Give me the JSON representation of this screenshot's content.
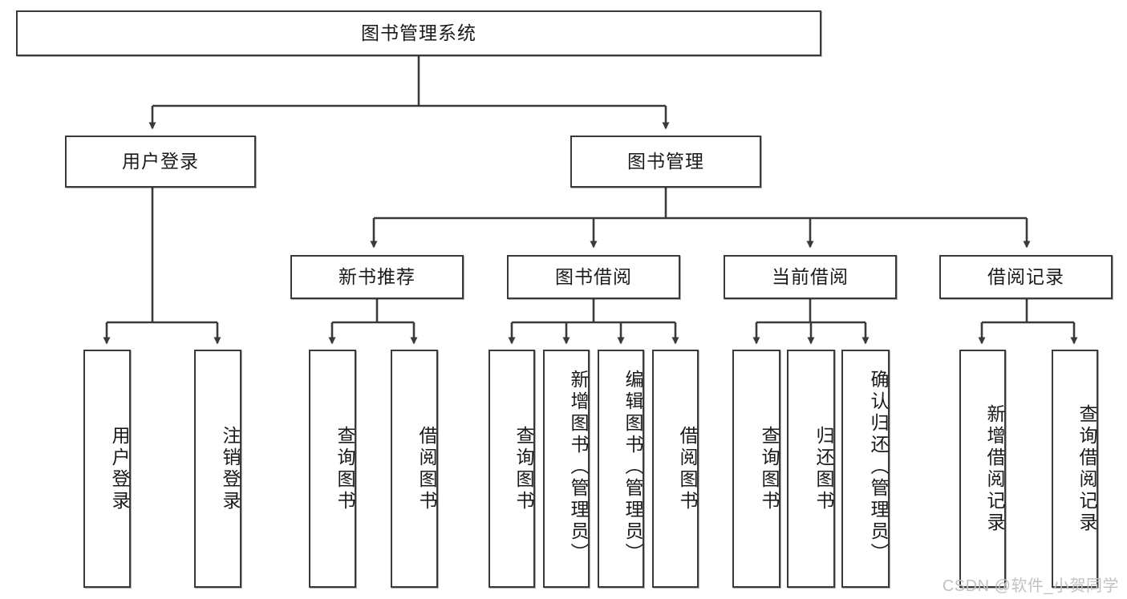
{
  "diagram": {
    "title_node": {
      "label": "图书管理系统"
    },
    "level2": [
      {
        "id": "user-login",
        "label": "用户登录"
      },
      {
        "id": "book-management",
        "label": "图书管理"
      }
    ],
    "level3": [
      {
        "id": "new-book-recommend",
        "label": "新书推荐"
      },
      {
        "id": "book-borrow",
        "label": "图书借阅"
      },
      {
        "id": "current-borrow",
        "label": "当前借阅"
      },
      {
        "id": "borrow-record",
        "label": "借阅记录"
      }
    ],
    "leaves": {
      "user_login": [
        {
          "id": "leaf-user-login",
          "label": "用户登录"
        },
        {
          "id": "leaf-logout-login",
          "label": "注销登录"
        }
      ],
      "new_book_recommend": [
        {
          "id": "leaf-query-book-1",
          "label": "查询图书"
        },
        {
          "id": "leaf-borrow-book-1",
          "label": "借阅图书"
        }
      ],
      "book_borrow": [
        {
          "id": "leaf-query-book-2",
          "label": "查询图书"
        },
        {
          "id": "leaf-add-book-admin",
          "label": "新增图书（管理员）"
        },
        {
          "id": "leaf-edit-book-admin",
          "label": "编辑图书（管理员）"
        },
        {
          "id": "leaf-borrow-book-2",
          "label": "借阅图书"
        }
      ],
      "current_borrow": [
        {
          "id": "leaf-query-book-3",
          "label": "查询图书"
        },
        {
          "id": "leaf-return-book",
          "label": "归还图书"
        },
        {
          "id": "leaf-confirm-return-admin",
          "label": "确认归还（管理员）"
        }
      ],
      "borrow_record": [
        {
          "id": "leaf-add-borrow-record",
          "label": "新增借阅记录"
        },
        {
          "id": "leaf-query-borrow-record",
          "label": "查询借阅记录"
        }
      ]
    },
    "watermark": "CSDN @软件_小贺同学",
    "colors": {
      "stroke": "#3a3a3a",
      "fill": "#ffffff",
      "text": "#1a1a1a",
      "watermark": "#c2c2c2"
    }
  }
}
